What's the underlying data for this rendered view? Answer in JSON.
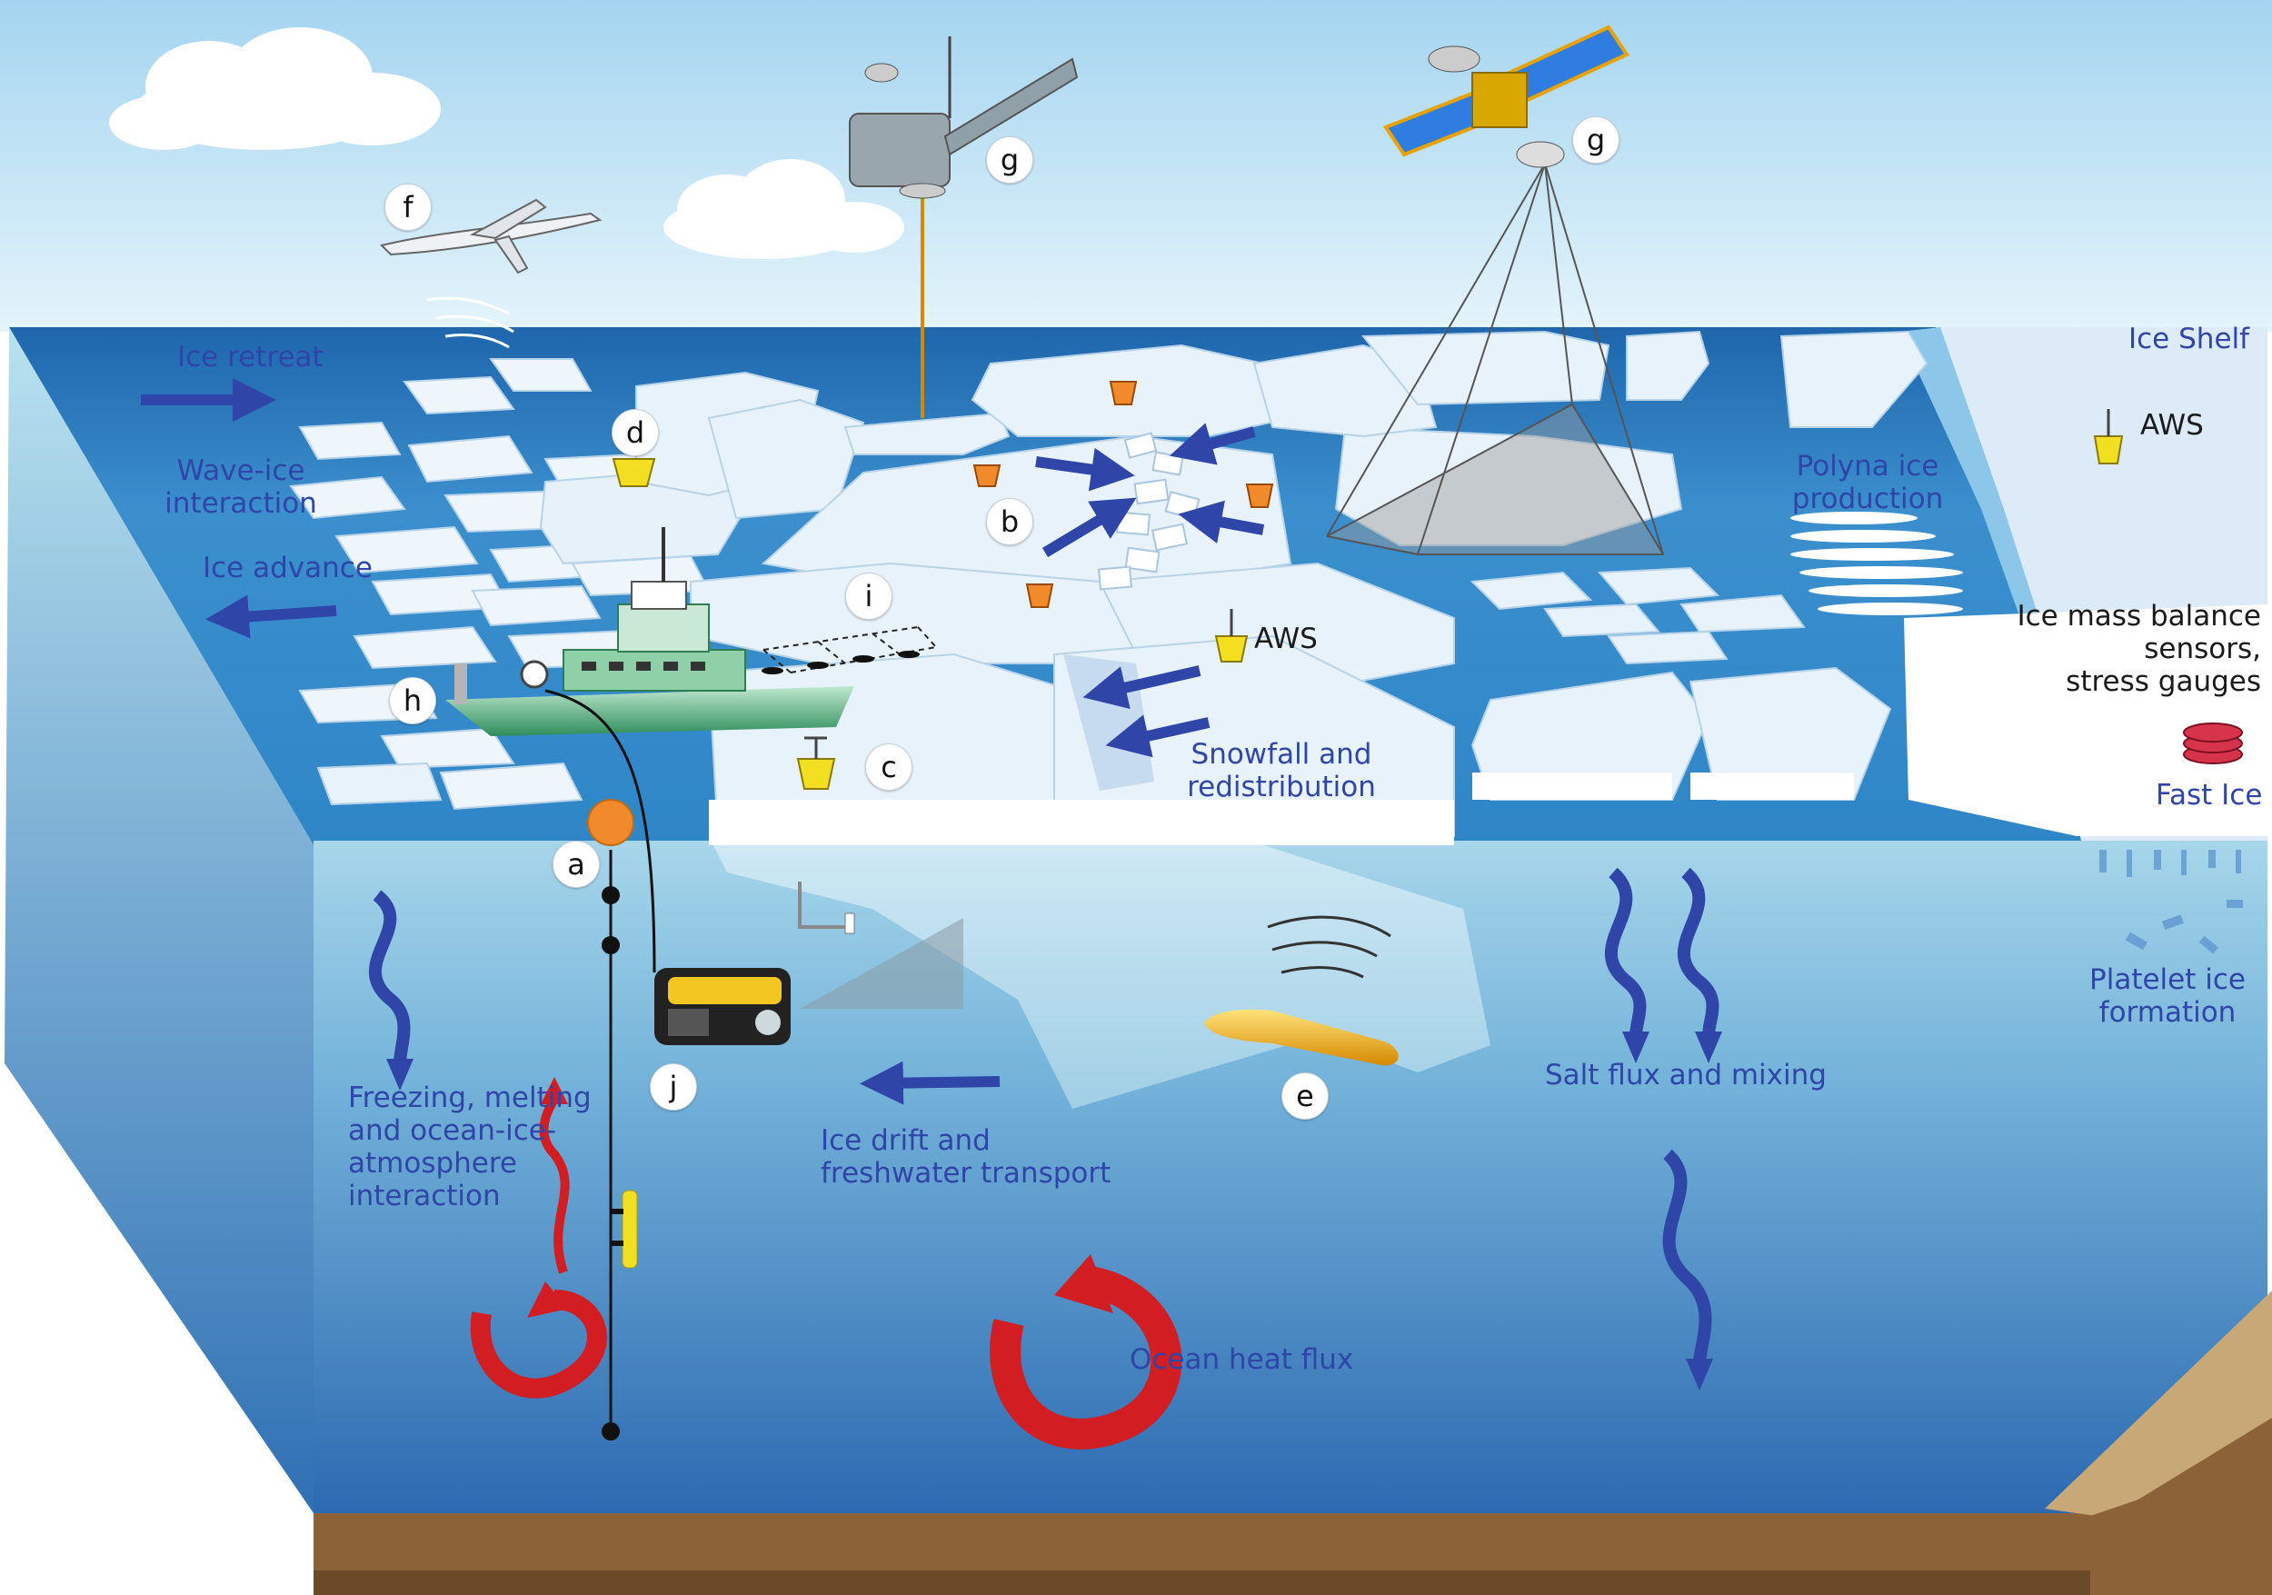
{
  "letters": {
    "a": "a",
    "b": "b",
    "c": "c",
    "d": "d",
    "e": "e",
    "f": "f",
    "g1": "g",
    "g2": "g",
    "h": "h",
    "i": "i",
    "j": "j"
  },
  "labels": {
    "ice_retreat": "Ice retreat",
    "wave_ice": "Wave-ice\ninteraction",
    "ice_advance": "Ice advance",
    "ice_shelf": "Ice Shelf",
    "aws_shelf": "AWS",
    "aws_floe": "AWS",
    "polyna": "Polyna ice\nproduction",
    "mass_balance": "Ice mass balance\nsensors,\nstress gauges",
    "fast_ice": "Fast Ice",
    "snowfall": "Snowfall and\nredistribution",
    "freezing": "Freezing, melting\nand ocean-ice-\natmosphere\ninteraction",
    "ice_drift": "Ice drift and\nfreshwater transport",
    "salt_flux": "Salt flux and mixing",
    "platelet": "Platelet ice\nformation",
    "ocean_heat": "Ocean heat flux"
  },
  "icons": {
    "satellite": "satellite-icon",
    "drone": "uav-icon",
    "ship": "research-vessel-icon",
    "buoy": "ice-buoy-icon",
    "rov": "rov-icon",
    "auv": "auv-icon",
    "mooring": "mooring-icon"
  },
  "colors": {
    "sky_top": "#a9d8f2",
    "sea_surface": "#2f7ec2",
    "water_upper": "#9fd0e6",
    "water_deep": "#2f6fb5",
    "ice": "#e9f3fb",
    "arrow_blue": "#2f45a8",
    "arrow_red": "#d21d22",
    "buoy_yellow": "#f3df22",
    "buoy_orange": "#f08a2a",
    "seabed": "#8c6238"
  }
}
